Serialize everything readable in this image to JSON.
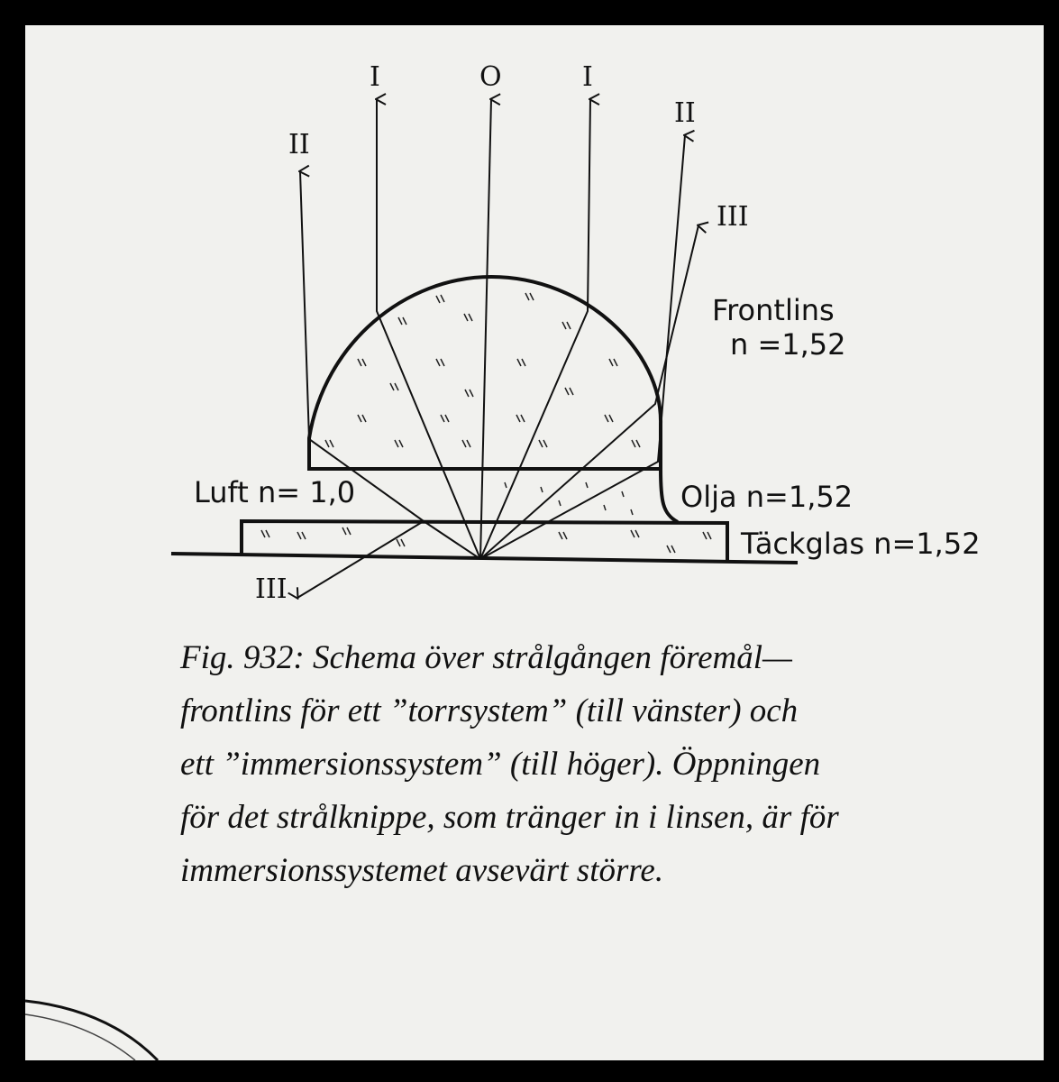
{
  "diagram": {
    "ray_labels": {
      "center": "O",
      "left_1": "I",
      "right_1": "I",
      "left_2": "II",
      "right_2": "II",
      "right_3": "III",
      "reflected_3": "III"
    },
    "media": {
      "lens_name": "Frontlins",
      "lens_index": "n =1,52",
      "air": "Luft n= 1,0",
      "oil": "Olja n=1,52",
      "coverslip": "Täckglas n=1,52"
    }
  },
  "caption": {
    "lines": [
      "Fig. 932: Schema över strålgången föremål—",
      "frontlins för ett ”torrsystem” (till vänster) och",
      "ett ”immersionssystem” (till höger). Öppningen",
      "för det strålknippe, som tränger in i linsen, är för",
      "immersionssystemet avsevärt större."
    ]
  }
}
